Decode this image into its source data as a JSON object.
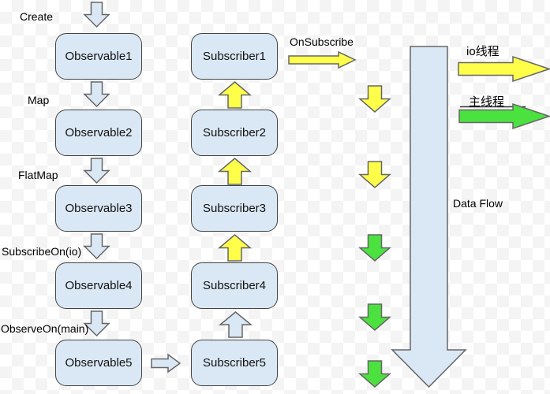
{
  "colors": {
    "box_fill": "#dae8f5",
    "box_border": "#444444",
    "blue_arrow_fill": "#dae8f5",
    "yellow_arrow_fill": "#ffff4a",
    "green_arrow_fill": "#4be13f",
    "arrow_stroke": "#666666",
    "checker_gray": "#f4f4f4"
  },
  "observables": [
    "Observable1",
    "Observable2",
    "Observable3",
    "Observable4",
    "Observable5"
  ],
  "subscribers": [
    "Subscriber1",
    "Subscriber2",
    "Subscriber3",
    "Subscriber4",
    "Subscriber5"
  ],
  "operators": [
    "Create",
    "Map",
    "FlatMap",
    "SubscribeOn(io)",
    "ObserveOn(main)"
  ],
  "annotations": {
    "on_subscribe": "OnSubscribe",
    "data_flow": "Data Flow",
    "io_thread": "io线程",
    "main_thread": "主线程"
  }
}
